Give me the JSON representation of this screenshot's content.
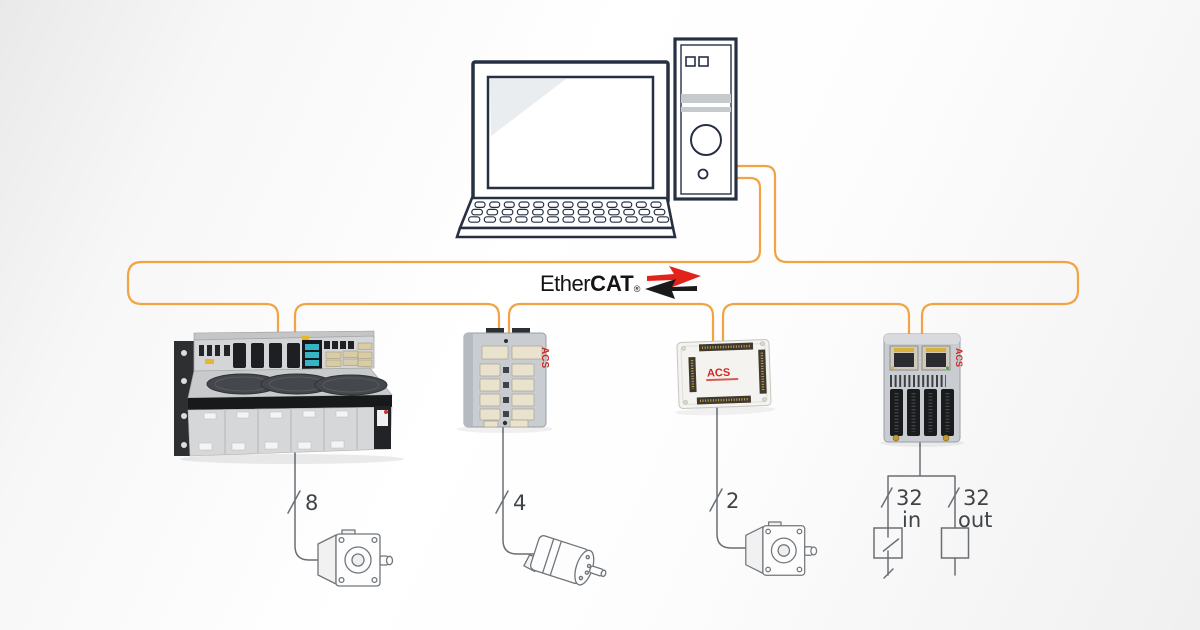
{
  "ethercat_logo": {
    "ether": "Ether",
    "cat": "CAT",
    "registered": "®"
  },
  "branches": [
    {
      "name": "rack-motion-controller",
      "channel_count": "8"
    },
    {
      "name": "servo-drive-module",
      "brand": "ACS",
      "channel_count": "4"
    },
    {
      "name": "drive-panel",
      "brand": "ACS",
      "channel_count": "2"
    },
    {
      "name": "io-module",
      "brand": "ACS",
      "inputs": {
        "count": "32",
        "label": "in"
      },
      "outputs": {
        "count": "32",
        "label": "out"
      }
    }
  ],
  "colors": {
    "bus_orange": "#F2A444",
    "logo_red": "#E2231A",
    "brand_red": "#CF2A22",
    "outline_navy": "#273043",
    "wire_gray": "#6A6F75",
    "label_gray": "#3F4448"
  }
}
